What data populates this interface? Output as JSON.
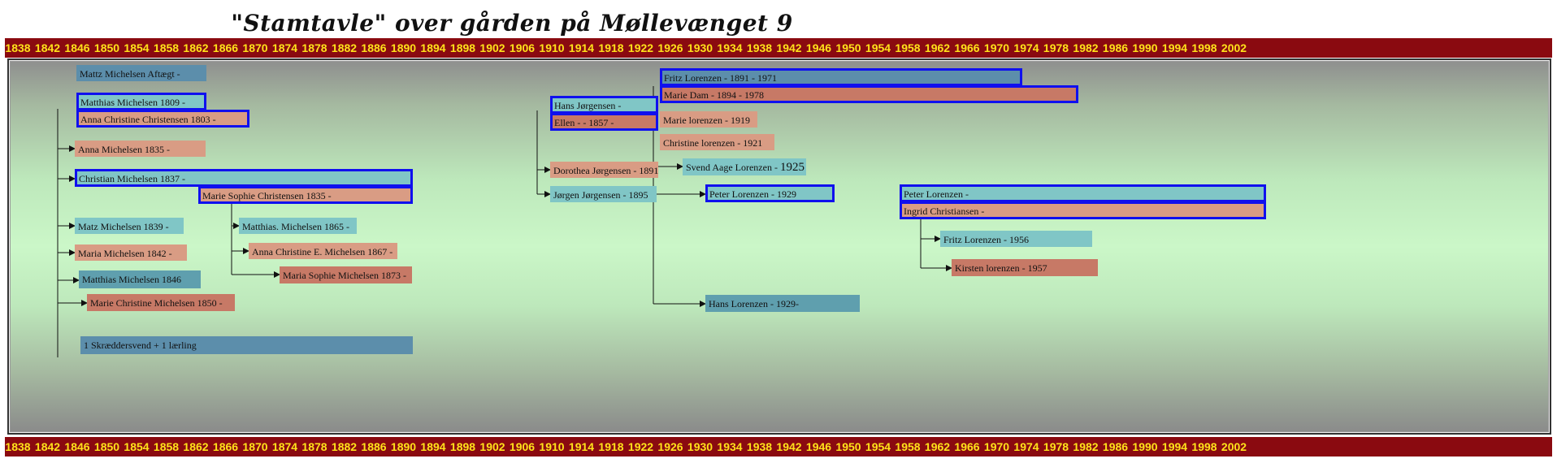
{
  "title": "\"Stamtavle\" over gården på Møllevænget 9",
  "axis": {
    "years": [
      "1838",
      "1842",
      "1846",
      "1850",
      "1854",
      "1858",
      "1862",
      "1866",
      "1870",
      "1874",
      "1878",
      "1882",
      "1886",
      "1890",
      "1894",
      "1898",
      "1902",
      "1906",
      "1910",
      "1914",
      "1918",
      "1922",
      "1926",
      "1930",
      "1934",
      "1938",
      "1942",
      "1946",
      "1950",
      "1954",
      "1958",
      "1962",
      "1966",
      "1970",
      "1974",
      "1978",
      "1982",
      "1986",
      "1990",
      "1994",
      "1998",
      "2002"
    ]
  },
  "people": {
    "mattz_aftaegt": "Mattz Michelsen Aftægt -",
    "matthias_1809": "Matthias Michelsen 1809 -",
    "anna_christine_1803": "Anna Christine Christensen  1803 -",
    "anna_1835": "Anna Michelsen 1835 -",
    "christian_1837": "Christian Michelsen 1837 -",
    "marie_sophie_1835": "Marie Sophie Christensen  1835 -",
    "matz_1839": "Matz Michelsen 1839 -",
    "maria_1842": "Maria Michelsen 1842 -",
    "matthias_1846": "Matthias Michelsen  1846",
    "marie_christine_1850": "Marie Christine Michelsen  1850 -",
    "matthias_1865": "Matthias. Michelsen 1865 -",
    "anna_christine_e_1867": "Anna Christine E. Michelsen 1867 -",
    "maria_sophie_1873": "Maria Sophie Michelsen 1873  -",
    "skraeddersvend": "1 Skræddersvend + 1 lærling",
    "hans_jorgensen": "Hans Jørgensen -",
    "ellen_1857": "Ellen   -  -  1857 -",
    "dorothea_1891": "Dorothea Jørgensen - 1891",
    "jorgen_1895": "Jørgen Jørgensen - 1895",
    "fritz_1891": "Fritz Lorenzen - 1891  - 1971",
    "marie_dam_1894": "Marie Dam - 1894  - 1978",
    "marie_lorenzen_1919": "Marie lorenzen - 1919",
    "christine_lorenzen_1921": "Christine lorenzen - 1921",
    "svend_aage_name": "Svend Aage Lorenzen -",
    "svend_aage_year": "1925",
    "peter_1929": "Peter Lorenzen - 1929",
    "hans_lorenzen_1929": "Hans Lorenzen - 1929-",
    "peter_lorenzen": "Peter Lorenzen -",
    "ingrid": "Ingrid Christiansen -",
    "fritz_1956": "Fritz Lorenzen - 1956",
    "kirsten_1957": "Kirsten lorenzen - 1957"
  }
}
